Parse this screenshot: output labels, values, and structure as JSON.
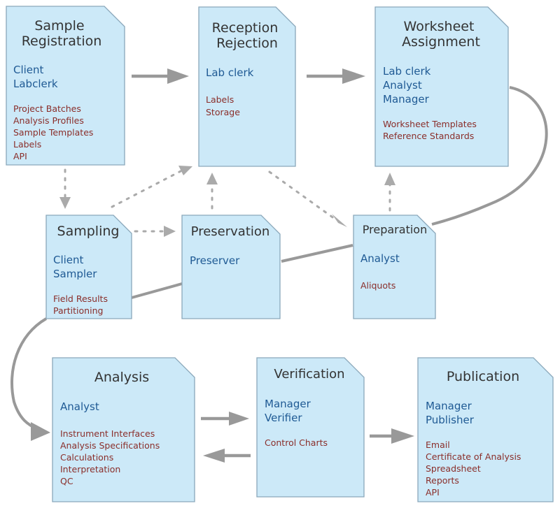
{
  "stages": {
    "sample_registration": {
      "title_lines": [
        "Sample",
        "Registration"
      ],
      "roles": [
        "Client",
        "Labclerk"
      ],
      "items": [
        "Project Batches",
        "Analysis Profiles",
        "Sample Templates",
        "Labels",
        "API"
      ]
    },
    "reception_rejection": {
      "title_lines": [
        "Reception",
        "Rejection"
      ],
      "roles": [
        "Lab clerk"
      ],
      "items": [
        "Labels",
        "Storage"
      ]
    },
    "worksheet_assignment": {
      "title_lines": [
        "Worksheet",
        "Assignment"
      ],
      "roles": [
        "Lab clerk",
        "Analyst",
        "Manager"
      ],
      "items": [
        "Worksheet Templates",
        "Reference Standards"
      ]
    },
    "sampling": {
      "title_lines": [
        "Sampling"
      ],
      "roles": [
        "Client",
        "Sampler"
      ],
      "items": [
        "Field Results",
        "Partitioning"
      ]
    },
    "preservation": {
      "title_lines": [
        "Preservation"
      ],
      "roles": [
        "Preserver"
      ],
      "items": []
    },
    "preparation": {
      "title_lines": [
        "Preparation"
      ],
      "roles": [
        "Analyst"
      ],
      "items": [
        "Aliquots"
      ]
    },
    "analysis": {
      "title_lines": [
        "Analysis"
      ],
      "roles": [
        "Analyst"
      ],
      "items": [
        "Instrument Interfaces",
        "Analysis Specifications",
        "Calculations",
        "Interpretation",
        "QC"
      ]
    },
    "verification": {
      "title_lines": [
        "Verification"
      ],
      "roles": [
        "Manager",
        "Verifier"
      ],
      "items": [
        "Control Charts"
      ]
    },
    "publication": {
      "title_lines": [
        "Publication"
      ],
      "roles": [
        "Manager",
        "Publisher"
      ],
      "items": [
        "Email",
        "Certificate of Analysis",
        "Spreadsheet",
        "Reports",
        "API"
      ]
    }
  },
  "colors": {
    "box_fill": "#cce9f8",
    "box_stroke": "#8aa7ba",
    "title_text": "#333333",
    "role_text": "#1f5a94",
    "item_text": "#8a2e2a",
    "arrow": "#999999"
  }
}
